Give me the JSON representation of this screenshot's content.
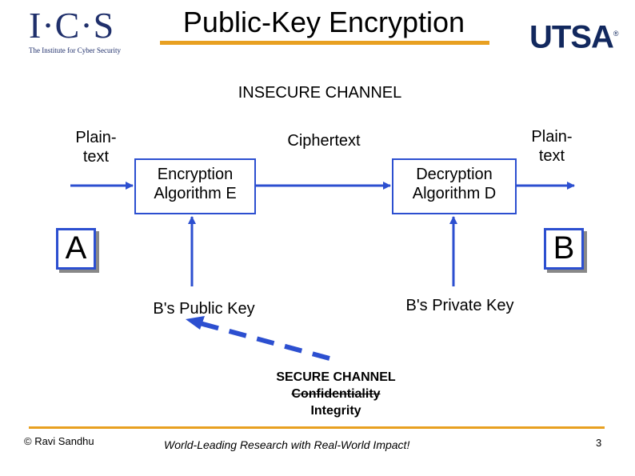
{
  "header": {
    "title": "Public-Key Encryption",
    "ics_logo_text": "I·C·S",
    "ics_logo_subtitle": "The Institute for Cyber Security",
    "utsa_logo_text": "UTSA",
    "utsa_logo_mark": "®"
  },
  "diagram": {
    "channel_label": "INSECURE CHANNEL",
    "plaintext_left": "Plain-\ntext",
    "plaintext_right": "Plain-\ntext",
    "ciphertext": "Ciphertext",
    "encryption_box": "Encryption\nAlgorithm E",
    "decryption_box": "Decryption\nAlgorithm D",
    "party_a": "A",
    "party_b": "B",
    "public_key": "B's Public Key",
    "private_key": "B's Private Key",
    "secure_channel": {
      "title": "SECURE CHANNEL",
      "crossed": "Confidentiality",
      "kept": "Integrity"
    }
  },
  "footer": {
    "author": "© Ravi  Sandhu",
    "tagline": "World-Leading Research with Real-World Impact!",
    "page": "3"
  },
  "colors": {
    "arrow": "#2c4fd0",
    "accent_bar": "#e8a021",
    "logo_navy": "#1f2f6b"
  }
}
